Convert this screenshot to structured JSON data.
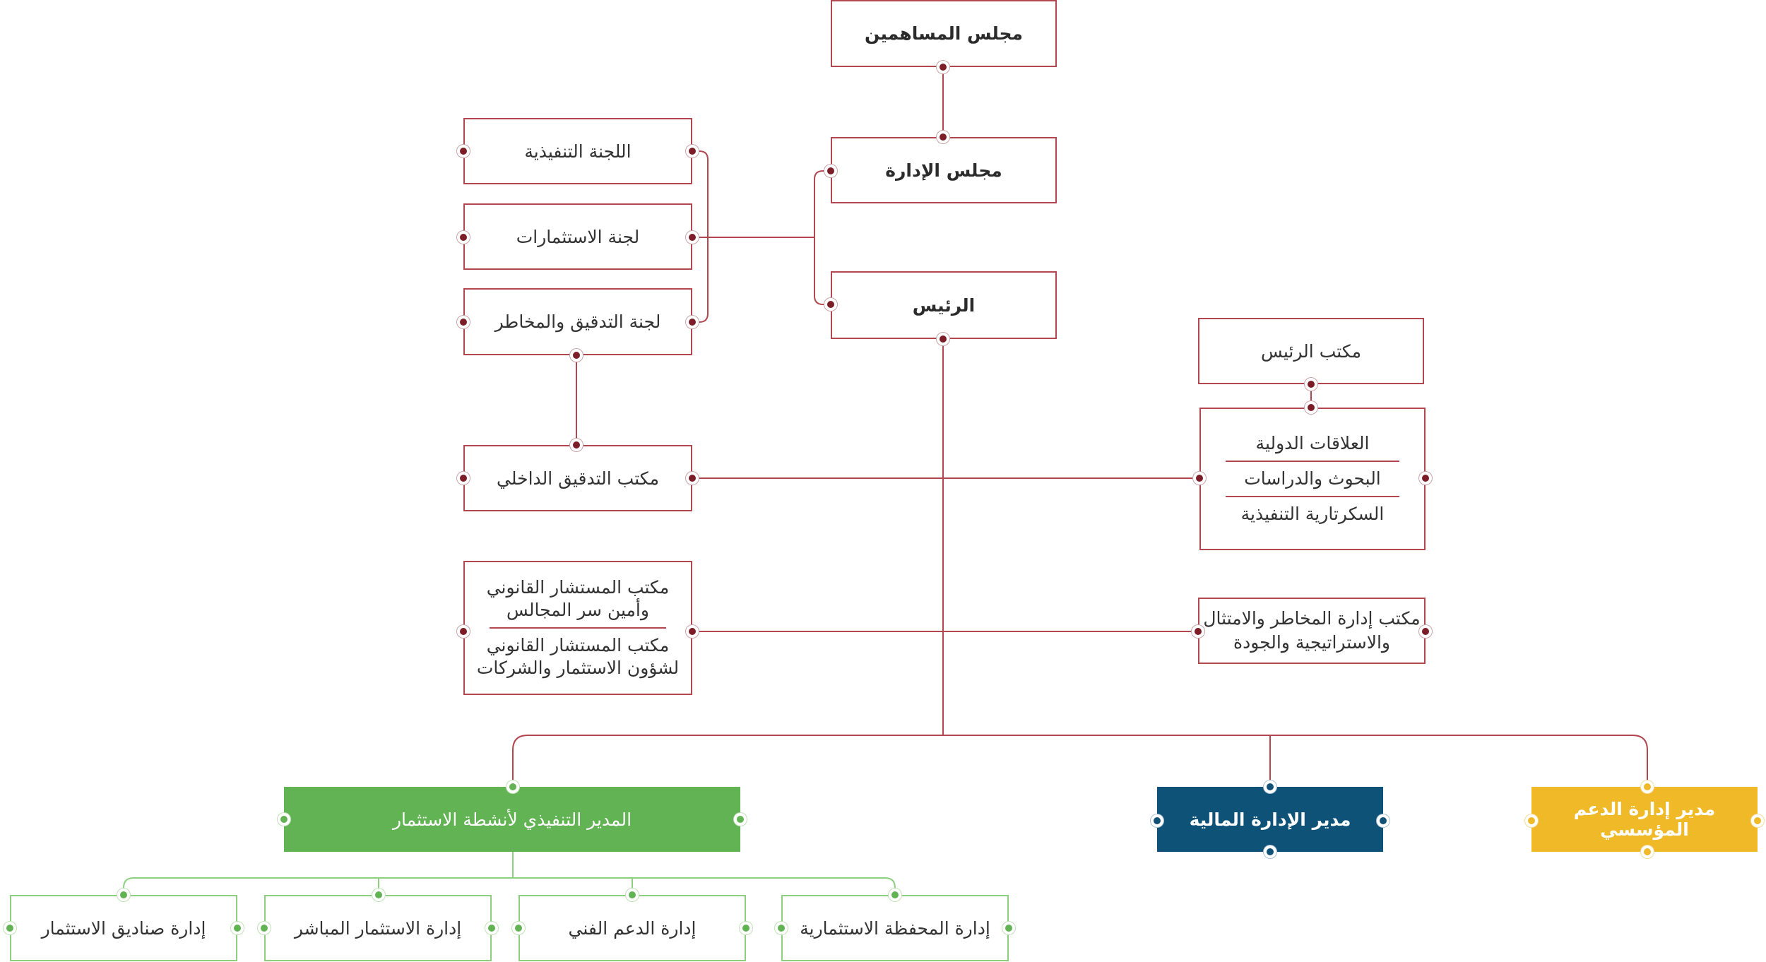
{
  "colors": {
    "maroon": "#b3474f",
    "maroon_dot": "#7c1d27",
    "green": "#62b353",
    "green_outline": "#8ccf7e",
    "blue": "#0f5278",
    "yellow": "#f0b928"
  },
  "chart": {
    "shareholders": "مجلس المساهمين",
    "board": "مجلس الإدارة",
    "chairman": "الرئيس",
    "exec_committee": "اللجنة التنفيذية",
    "invest_committee": "لجنة الاستثمارات",
    "audit_committee": "لجنة التدقيق والمخاطر",
    "internal_audit": "مكتب التدقيق الداخلي",
    "legal_1": "مكتب المستشار القانوني وأمين سر المجالس",
    "legal_2": "مكتب المستشار القانوني لشؤون الاستثمار والشركات",
    "chairman_office": "مكتب الرئيس",
    "intl_relations": "العلاقات الدولية",
    "research": "البحوث والدراسات",
    "exec_secretariat": "السكرتارية التنفيذية",
    "risk_office": "مكتب إدارة المخاطر والامتثال والاستراتيجية والجودة",
    "ceo_investment": "المدير التنفيذي لأنشطة الاستثمار",
    "finance_director": "مدير الإدارة المالية",
    "support_director": "مدير إدارة الدعم المؤسسي",
    "funds_mgmt": "إدارة صناديق الاستثمار",
    "direct_invest": "إدارة الاستثمار المباشر",
    "tech_support": "إدارة الدعم الفني",
    "portfolio_mgmt": "إدارة المحفظة الاستثمارية"
  }
}
